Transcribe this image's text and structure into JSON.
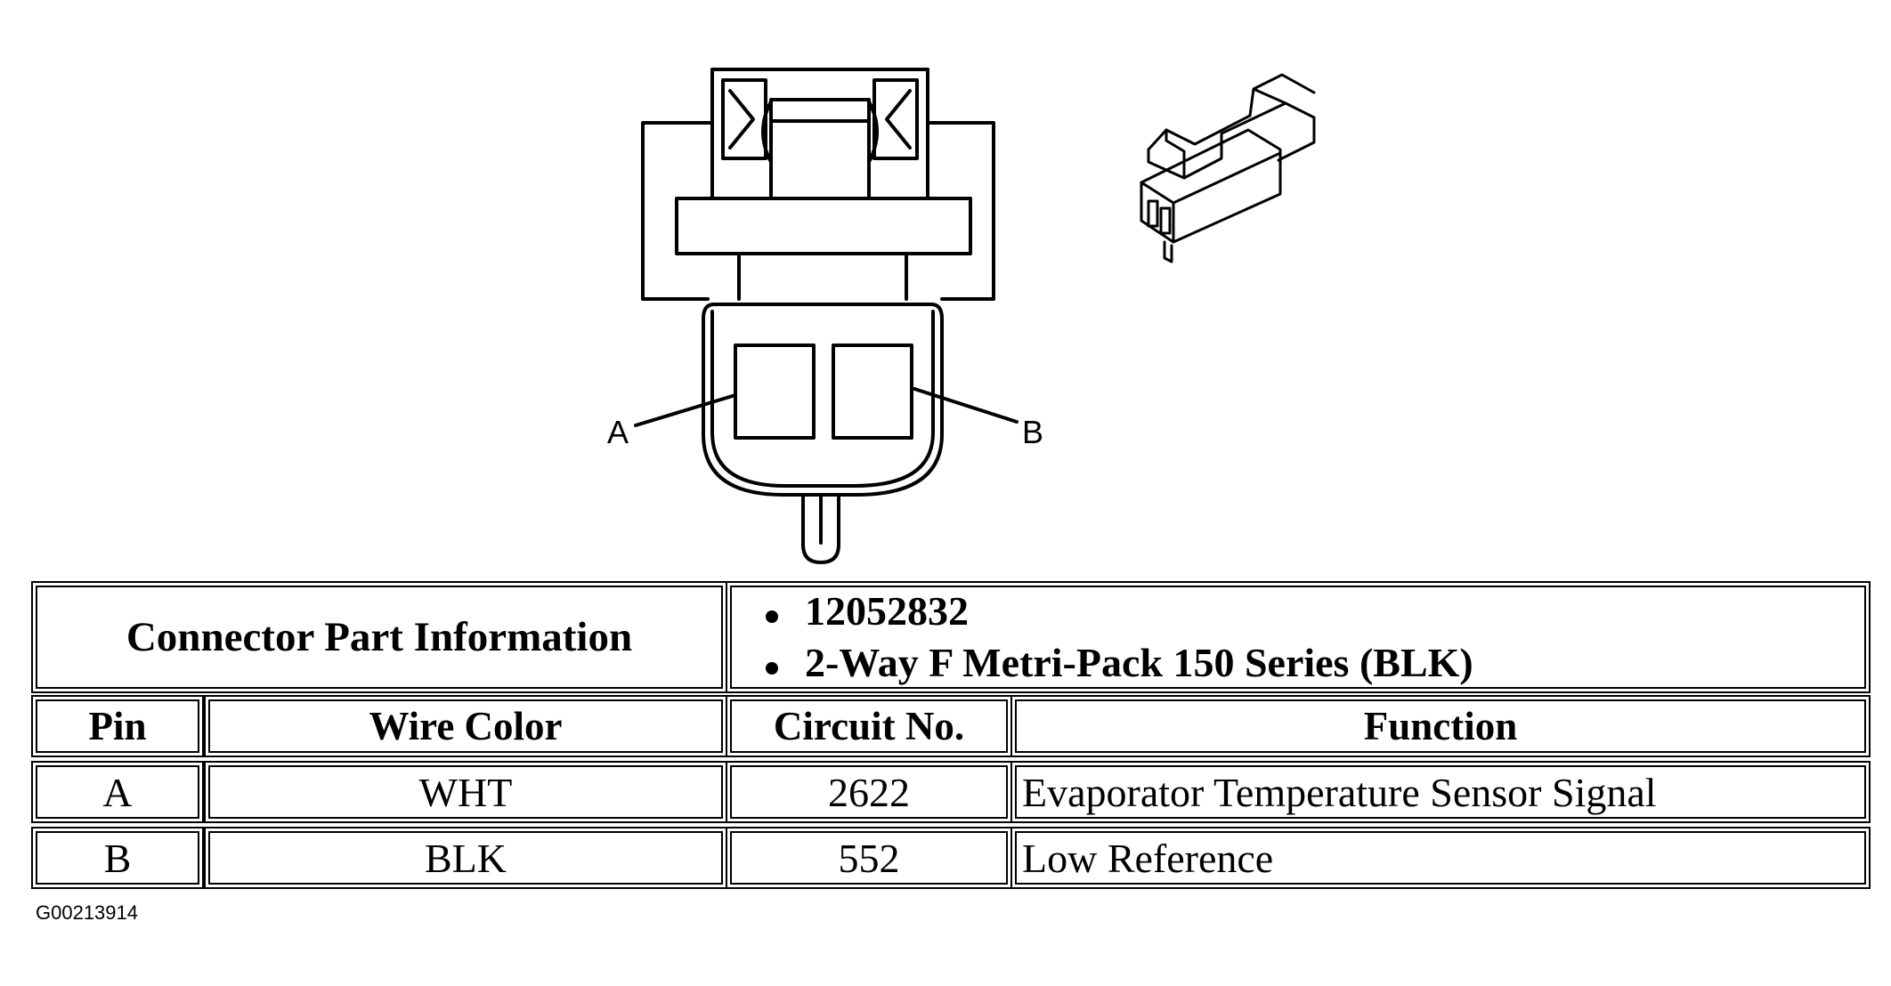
{
  "connector_view": {
    "pin_a_label": "A",
    "pin_b_label": "B"
  },
  "part_table": {
    "header_label": "Connector Part Information",
    "part_numbers": [
      "12052832",
      "2-Way F Metri-Pack 150 Series (BLK)"
    ],
    "columns": [
      "Pin",
      "Wire Color",
      "Circuit No.",
      "Function"
    ],
    "rows": [
      [
        "A",
        "WHT",
        "2622",
        "Evaporator Temperature Sensor Signal"
      ],
      [
        "B",
        "BLK",
        "552",
        "Low Reference"
      ]
    ]
  },
  "figure_id": "G00213914"
}
